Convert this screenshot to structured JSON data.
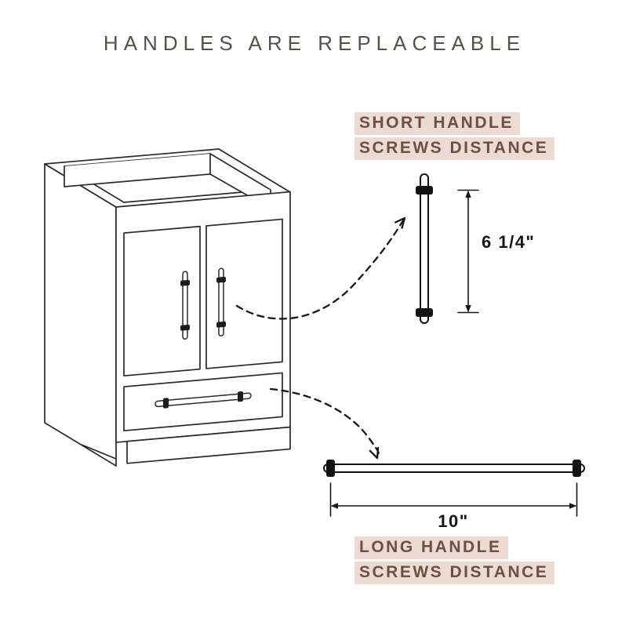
{
  "page": {
    "title": "HANDLES ARE REPLACEABLE",
    "background_color": "#ffffff",
    "title_color": "#55514b"
  },
  "callouts": {
    "short_handle": {
      "label_line1": "SHORT HANDLE",
      "label_line2": "SCREWS DISTANCE",
      "dimension": "6 1/4\""
    },
    "long_handle": {
      "label_line1": "LONG HANDLE",
      "label_line2": "SCREWS DISTANCE",
      "dimension": "10\""
    },
    "highlight_color": "#ecdbd3",
    "text_color": "#6d4f43"
  },
  "diagram": {
    "line_color": "#2b2b2b",
    "dimension_color": "#171717",
    "parts": [
      "vanity-cabinet-line-drawing",
      "left-door-handle",
      "right-door-handle",
      "drawer-handle",
      "short-handle-detail",
      "long-handle-detail",
      "dashed-arrow-to-short-handle",
      "dashed-arrow-to-long-handle"
    ]
  }
}
